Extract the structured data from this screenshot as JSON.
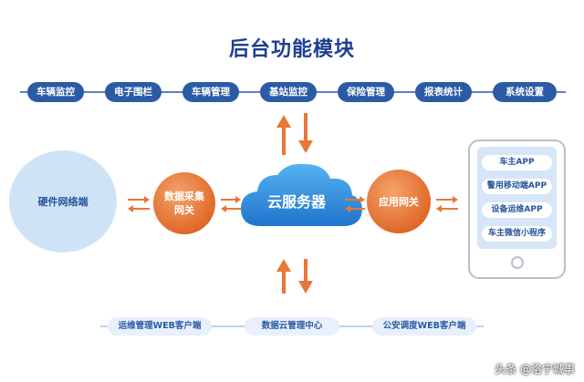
{
  "title": "后台功能模块",
  "top_modules": [
    {
      "label": "车辆监控"
    },
    {
      "label": "电子围栏"
    },
    {
      "label": "车辆管理"
    },
    {
      "label": "基站监控"
    },
    {
      "label": "保险管理"
    },
    {
      "label": "报表统计"
    },
    {
      "label": "系统设置"
    }
  ],
  "hardware_node": {
    "label": "硬件网络端"
  },
  "data_gateway": {
    "line1": "数据采集",
    "line2": "网关"
  },
  "cloud": {
    "label": "云服务器"
  },
  "app_gateway": {
    "label": "应用网关"
  },
  "phone_apps": [
    {
      "label": "车主APP"
    },
    {
      "label": "警用移动端APP"
    },
    {
      "label": "设备运维APP"
    },
    {
      "label": "车主微信小程序"
    }
  ],
  "bottom_modules": [
    {
      "label": "运维管理WEB客户端"
    },
    {
      "label": "数据云管理中心"
    },
    {
      "label": "公安调度WEB客户端"
    }
  ],
  "watermark": "头条 @洛宁城事",
  "colors": {
    "title": "#1d3f93",
    "module_fill": "#2c5ba6",
    "gateway_orange": "#e1692a",
    "cloud_blue": "#2e8ee0",
    "arrow_orange": "#e8763a",
    "light_blue": "#cfe3f7"
  }
}
